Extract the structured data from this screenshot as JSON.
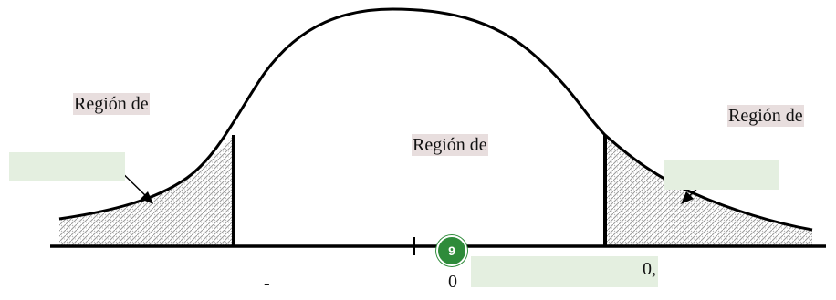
{
  "labels": {
    "left_region": "Región de",
    "center_region": "Región de",
    "right_region": "Región de"
  },
  "axis": {
    "tick_minus": "-",
    "tick_zero": "0",
    "tick_right": "0,"
  },
  "badge": {
    "number": "9"
  },
  "colors": {
    "label_highlight": "#e8dede",
    "placeholder_box": "#e4efe0",
    "badge": "#2e8b3a",
    "badge_border": "#ffffff",
    "stroke": "#000000",
    "hatch": "#9a9a9a"
  }
}
